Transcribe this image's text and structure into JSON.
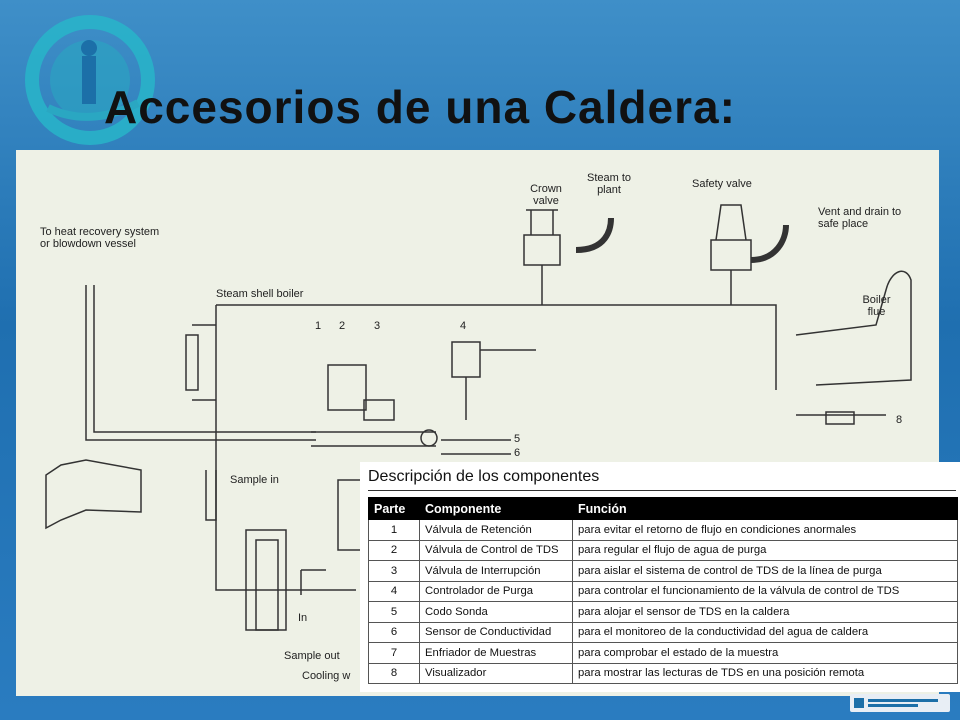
{
  "slide": {
    "title": "Accesorios de una Caldera:"
  },
  "diagram": {
    "labels": {
      "heat_recovery": "To heat recovery system or blowdown vessel",
      "steam_shell": "Steam shell boiler",
      "crown_valve": "Crown valve",
      "steam_to_plant": "Steam to plant",
      "safety_valve": "Safety valve",
      "vent_drain": "Vent and drain to safe place",
      "boiler_flue": "Boiler flue",
      "sample_in": "Sample in",
      "in": "In",
      "sample_out": "Sample out",
      "cooling": "Cooling w"
    },
    "numbers": [
      "1",
      "2",
      "3",
      "4",
      "5",
      "6",
      "8"
    ]
  },
  "panel": {
    "title": "Descripción de los componentes",
    "headers": [
      "Parte",
      "Componente",
      "Función"
    ],
    "rows": [
      [
        "1",
        "Válvula de Retención",
        "para evitar el retorno de flujo en condiciones anormales"
      ],
      [
        "2",
        "Válvula de Control de TDS",
        "para regular el flujo de agua de purga"
      ],
      [
        "3",
        "Válvula de Interrupción",
        "para aislar el sistema de control de TDS de la línea de purga"
      ],
      [
        "4",
        "Controlador de Purga",
        "para controlar el funcionamiento de la válvula de control de TDS"
      ],
      [
        "5",
        "Codo Sonda",
        "para alojar el sensor de TDS en la caldera"
      ],
      [
        "6",
        "Sensor de Conductividad",
        "para el monitoreo de la conductividad del agua de caldera"
      ],
      [
        "7",
        "Enfriador de Muestras",
        "para comprobar el estado de la muestra"
      ],
      [
        "8",
        "Visualizador",
        "para mostrar las lecturas de TDS en una posición remota"
      ]
    ]
  },
  "colors": {
    "background": "#2a7cc0",
    "diagram_bg": "#eef1e6",
    "table_header": "#000000"
  }
}
